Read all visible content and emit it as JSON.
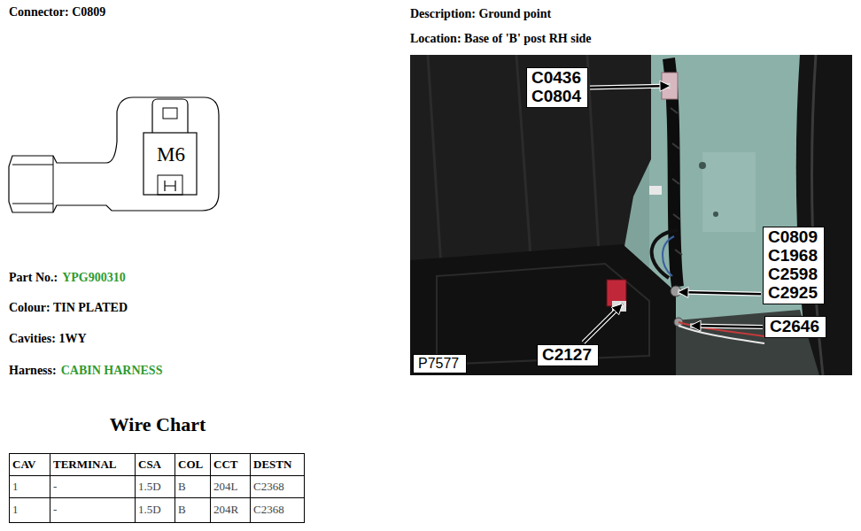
{
  "diagram": {
    "nodes": [
      {
        "text": [
          "C0436",
          "C0804"
        ]
      },
      {
        "text": [
          "C0809",
          "C1968",
          "C2598",
          "C2925"
        ]
      },
      {
        "text": [
          "C2646"
        ]
      },
      {
        "text": [
          "C2127"
        ]
      },
      {
        "text": [
          "P7577"
        ]
      }
    ],
    "labels": [
      "Connector: C0809",
      "Part No.:",
      "YPG900310",
      "Colour: TIN PLATED",
      "Cavities: 1WY",
      "Harness:",
      "CABIN HARNESS",
      "Wire Chart",
      "CAV",
      "TERMINAL",
      "CSA",
      "COL",
      "CCT",
      "DESTN",
      "1",
      "-",
      "1.5D",
      "B",
      "204L",
      "C2368",
      "1",
      "-",
      "1.5D",
      "B",
      "204R",
      "C2368",
      "M6",
      "Description: Ground point",
      "Location: Base of 'B' post RH side"
    ]
  }
}
